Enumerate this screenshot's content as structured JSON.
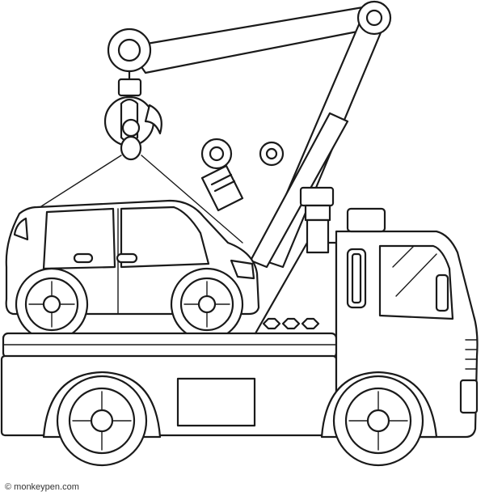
{
  "illustration": {
    "subject": "tow-truck-with-crane-carrying-car",
    "style": "line-art-coloring-page",
    "line_color": "#1a1a1a",
    "fill_color": "#ffffff"
  },
  "credit": {
    "text": "© monkeypen.com"
  }
}
